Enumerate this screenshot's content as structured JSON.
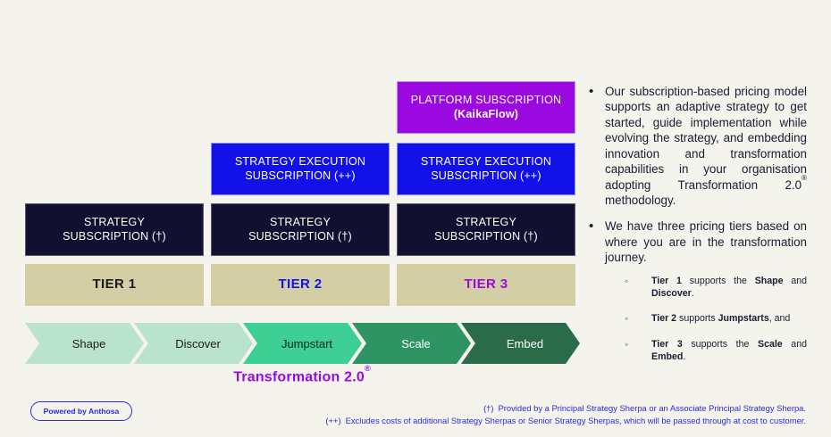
{
  "background_color": "#F4F3EC",
  "matrix": {
    "columns": 3,
    "rows": [
      {
        "key": "platform",
        "cells": [
          {
            "type": "spacer"
          },
          {
            "type": "spacer"
          },
          {
            "type": "platform",
            "line1": "PLATFORM SUBSCRIPTION",
            "line2": "(KaikaFlow)",
            "brand": "KaikaFlow",
            "color": "#9A0AE0"
          }
        ]
      },
      {
        "key": "execution",
        "cells": [
          {
            "type": "spacer"
          },
          {
            "type": "exec",
            "line1": "STRATEGY EXECUTION",
            "line2": "SUBSCRIPTION (++)",
            "color": "#1212E8"
          },
          {
            "type": "exec",
            "line1": "STRATEGY EXECUTION",
            "line2": "SUBSCRIPTION (++)",
            "color": "#1212E8"
          }
        ]
      },
      {
        "key": "strategy",
        "cells": [
          {
            "type": "strategy",
            "line1": "STRATEGY",
            "line2": "SUBSCRIPTION (†)",
            "color": "#121030"
          },
          {
            "type": "strategy",
            "line1": "STRATEGY",
            "line2": "SUBSCRIPTION (†)",
            "color": "#121030"
          },
          {
            "type": "strategy",
            "line1": "STRATEGY",
            "line2": "SUBSCRIPTION (†)",
            "color": "#121030"
          }
        ]
      },
      {
        "key": "tier",
        "cells": [
          {
            "type": "tier",
            "label": "TIER 1",
            "text_color": "#1B1B1B",
            "bg": "#D3CEA4"
          },
          {
            "type": "tier",
            "label": "TIER 2",
            "text_color": "#1212E8",
            "bg": "#D3CEA4"
          },
          {
            "type": "tier",
            "label": "TIER 3",
            "text_color": "#9A0AE0",
            "bg": "#D3CEA4"
          }
        ]
      }
    ]
  },
  "process_flow": {
    "stages": [
      {
        "label": "Shape",
        "fill": "#B9E3CC",
        "text_color": "#1B1B1B"
      },
      {
        "label": "Discover",
        "fill": "#B9E3CC",
        "text_color": "#1B1B1B"
      },
      {
        "label": "Jumpstart",
        "fill": "#3DCF93",
        "text_color": "#142619"
      },
      {
        "label": "Scale",
        "fill": "#2E9464",
        "text_color": "#FFFFFF"
      },
      {
        "label": "Embed",
        "fill": "#2A6B4A",
        "text_color": "#FFFFFF"
      }
    ],
    "caption": "Transformation 2.0",
    "caption_sup": "®",
    "caption_color": "#9A0AE0"
  },
  "narrative": {
    "bullets": [
      {
        "text": "Our subscription-based pricing model supports an adaptive strategy to get started, guide implementation while evolving the strategy, and embedding innovation and transformation capabilities in your organisation adopting Transformation 2.0",
        "sup": "®",
        "text_after_sup": " methodology."
      },
      {
        "text": "We have three pricing tiers based on where you are in the transformation journey.",
        "sup": "",
        "text_after_sup": ""
      }
    ],
    "sub_bullets": [
      {
        "tier": "Tier 1",
        "mid": " supports the ",
        "emph1": "Shape",
        "joiner": " and ",
        "emph2": "Discover",
        "tail": "."
      },
      {
        "tier": "Tier 2",
        "mid": " supports ",
        "emph1": "Jumpstarts",
        "joiner": "",
        "emph2": "",
        "tail": ", and"
      },
      {
        "tier": "Tier 3",
        "mid": " supports the ",
        "emph1": "Scale",
        "joiner": " and ",
        "emph2": "Embed",
        "tail": "."
      }
    ]
  },
  "footnotes": {
    "color": "#2B2BE0",
    "items": [
      {
        "marker": "(†)",
        "text": "Provided by a Principal Strategy Sherpa or an Associate Principal Strategy Sherpa."
      },
      {
        "marker": "(++)",
        "text": "Excludes costs of additional Strategy Sherpas or Senior Strategy Sherpas, which will be passed through at cost to customer."
      }
    ]
  },
  "badge": {
    "label": "Powered by Anthosa",
    "color": "#2B2BE0"
  }
}
